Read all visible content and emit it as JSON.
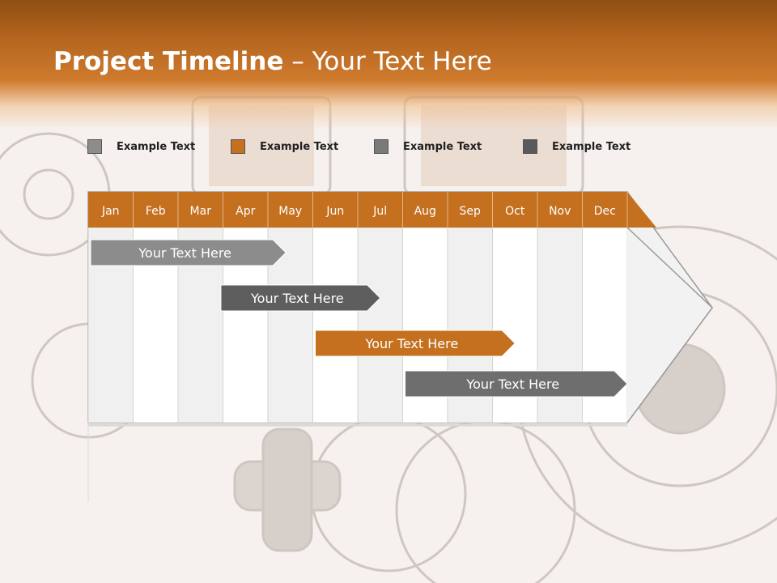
{
  "title": {
    "bold": "Project Timeline",
    "rest": " – Your Text Here"
  },
  "legend": [
    {
      "label": "Example Text",
      "color": "#8c8c8c"
    },
    {
      "label": "Example Text",
      "color": "#c4701f"
    },
    {
      "label": "Example Text",
      "color": "#7a7a7a"
    },
    {
      "label": "Example Text",
      "color": "#5a5a5a"
    }
  ],
  "timeline": {
    "months": [
      "Jan",
      "Feb",
      "Mar",
      "Apr",
      "May",
      "Jun",
      "Jul",
      "Aug",
      "Sep",
      "Oct",
      "Nov",
      "Dec"
    ],
    "header_color": "#c4701f",
    "tasks": [
      {
        "label": "Your  Text Here",
        "start_month": 1,
        "end_month": 4.4,
        "color": "#8c8c8c"
      },
      {
        "label": "Your  Text Here",
        "start_month": 3.9,
        "end_month": 6.5,
        "color": "#5e5e5e"
      },
      {
        "label": "Your  Text Here",
        "start_month": 6.0,
        "end_month": 9.5,
        "color": "#c4701f"
      },
      {
        "label": "Your  Text Here",
        "start_month": 8.0,
        "end_month": 12.0,
        "color": "#6e6e6e"
      }
    ]
  }
}
